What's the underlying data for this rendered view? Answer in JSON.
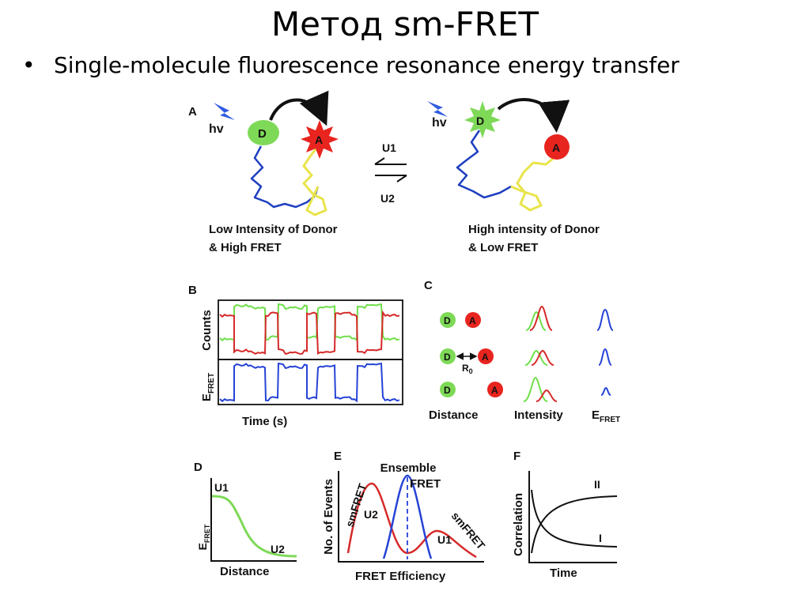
{
  "slide": {
    "title": "Метод sm-FRET",
    "bullet": "Single-molecule fluorescence resonance energy transfer"
  },
  "colors": {
    "donor_green": "#7ed957",
    "acceptor_red": "#e8241f",
    "chain_blue": "#1f3fbf",
    "chain_yellow": "#e9e44a",
    "trace_blue": "#2643d6",
    "trace_red": "#d62a2a",
    "trace_green": "#6fde4a"
  },
  "panel_a": {
    "label": "A",
    "hv": "hv",
    "donor": "D",
    "acceptor": "A",
    "u1": "U1",
    "u2": "U2",
    "left_caption_1": "Low Intensity of Donor",
    "left_caption_2": "& High FRET",
    "right_caption_1": "High intensity of Donor",
    "right_caption_2": "& Low FRET"
  },
  "panel_b": {
    "label": "B",
    "ylabel_top": "Counts",
    "ylabel_bottom_main": "E",
    "ylabel_bottom_sub": "FRET",
    "xlabel": "Time (s)"
  },
  "panel_c": {
    "label": "C",
    "donor": "D",
    "acceptor": "A",
    "r0_main": "R",
    "r0_sub": "0",
    "col_distance": "Distance",
    "col_intensity": "Intensity",
    "col_efret_main": "E",
    "col_efret_sub": "FRET"
  },
  "panel_d": {
    "label": "D",
    "u1": "U1",
    "u2": "U2",
    "ylabel_main": "E",
    "ylabel_sub": "FRET",
    "xlabel": "Distance"
  },
  "panel_e": {
    "label": "E",
    "ensemble_1": "Ensemble",
    "ensemble_2": "FRET",
    "smfret_left": "smFRET",
    "smfret_right": "smFRET",
    "u1": "U1",
    "u2": "U2",
    "ylabel": "No. of Events",
    "xlabel": "FRET Efficiency"
  },
  "panel_f": {
    "label": "F",
    "curve_ii": "II",
    "curve_i": "I",
    "ylabel": "Correlation",
    "xlabel": "Time"
  }
}
